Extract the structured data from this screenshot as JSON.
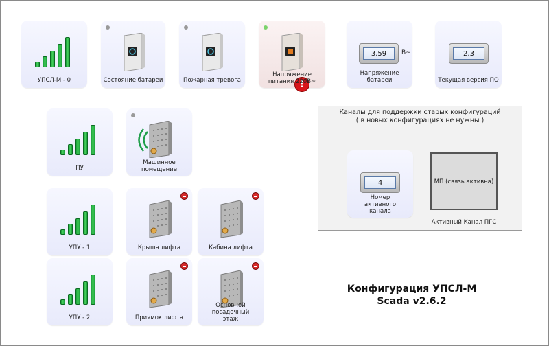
{
  "tiles": {
    "upsl_m": {
      "label": "УПСЛ-М - 0"
    },
    "battery_state": {
      "label": "Состояние батареи"
    },
    "fire_alarm": {
      "label": "Пожарная тревога"
    },
    "supply_voltage": {
      "label": "Напряжение питания 220В~",
      "alert": "!"
    },
    "battery_voltage": {
      "label": "Напряжение батареи",
      "value": "3.59",
      "unit": "В~"
    },
    "firmware": {
      "label": "Текущая версия ПО",
      "value": "2.3"
    },
    "pu": {
      "label": "ПУ"
    },
    "machine_room": {
      "label": "Машинное помещение"
    },
    "upu1": {
      "label": "УПУ - 1"
    },
    "roof": {
      "label": "Крыша лифта"
    },
    "cabin": {
      "label": "Кабина лифта"
    },
    "upu2": {
      "label": "УПУ - 2"
    },
    "pit": {
      "label": "Приямок лифта"
    },
    "main_floor": {
      "label": "Основной посадочный этаж"
    }
  },
  "legacy": {
    "title_line1": "Каналы для поддержки старых конфигураций",
    "title_line2": "( в новых конфигурациях не нужны )",
    "active_channel": {
      "label": "Номер активного канала",
      "value": "4"
    },
    "pgs": {
      "status": "МП (связь активна)",
      "label": "Активный Канал ПГС"
    }
  },
  "config": {
    "line1": "Конфигурация УПСЛ-М",
    "line2": "Scada v2.6.2"
  },
  "colors": {
    "signal_green": "#2fbf4a",
    "alarm_red": "#d9151b",
    "status_green": "#7bd36b",
    "status_grey": "#9a9a9a"
  }
}
